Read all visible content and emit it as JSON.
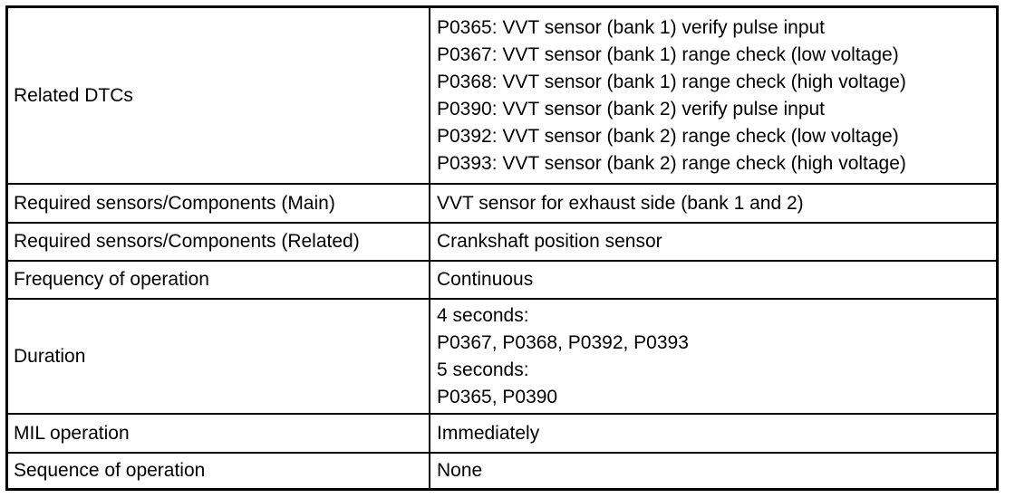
{
  "rows": [
    {
      "label": "Related DTCs",
      "lines": [
        "P0365: VVT sensor (bank 1) verify pulse input",
        "P0367: VVT sensor (bank 1) range check (low voltage)",
        "P0368: VVT sensor (bank 1) range check (high voltage)",
        "P0390: VVT sensor (bank 2) verify pulse input",
        "P0392: VVT sensor (bank 2) range check (low voltage)",
        "P0393: VVT sensor (bank 2) range check (high voltage)"
      ]
    },
    {
      "label": "Required sensors/Components (Main)",
      "lines": [
        "VVT sensor for exhaust side (bank 1 and 2)"
      ]
    },
    {
      "label": "Required sensors/Components (Related)",
      "lines": [
        "Crankshaft position sensor"
      ]
    },
    {
      "label": "Frequency of operation",
      "lines": [
        "Continuous"
      ]
    },
    {
      "label": "Duration",
      "lines": [
        "4 seconds:",
        "P0367, P0368, P0392, P0393",
        "5 seconds:",
        "P0365, P0390"
      ]
    },
    {
      "label": "MIL operation",
      "lines": [
        "Immediately"
      ]
    },
    {
      "label": "Sequence of operation",
      "lines": [
        "None"
      ]
    }
  ]
}
